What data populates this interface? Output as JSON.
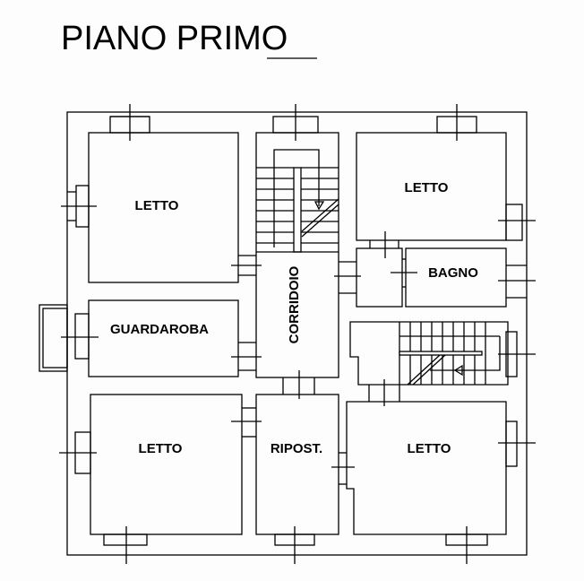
{
  "title": "PIANO PRIMO",
  "rooms": {
    "letto_top_left": "LETTO",
    "letto_top_right": "LETTO",
    "bagno": "BAGNO",
    "guardaroba": "GUARDAROBA",
    "corridoio": "CORRIDOIO",
    "letto_bottom_left": "LETTO",
    "ripostiglio": "RIPOST.",
    "letto_bottom_right": "LETTO"
  }
}
